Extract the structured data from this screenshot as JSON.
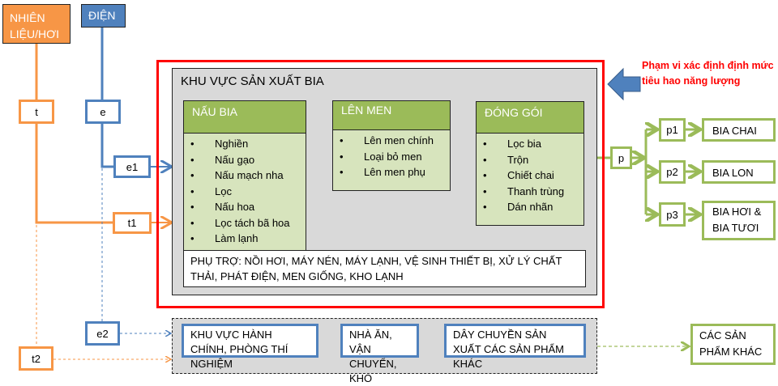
{
  "sources": {
    "fuel": "NHIÊN LIỆU/HƠI",
    "electric": "ĐIỆN"
  },
  "vars": {
    "t": "t",
    "e": "e",
    "e1": "e1",
    "t1": "t1",
    "e2": "e2",
    "t2": "t2",
    "p": "p",
    "p1": "p1",
    "p2": "p2",
    "p3": "p3"
  },
  "zone": {
    "title": "KHU VỰC SẢN XUẤT BIA",
    "stages": [
      {
        "title": "NẤU BIA",
        "items": [
          "Nghiền",
          "Nấu gạo",
          "Nấu mạch nha",
          "Lọc",
          "Nấu hoa",
          "Lọc tách bã hoa",
          "Làm lạnh"
        ]
      },
      {
        "title": "LÊN MEN",
        "items": [
          "Lên men chính",
          "Loại bỏ men",
          "Lên men phụ"
        ]
      },
      {
        "title": "ĐÓNG GÓI",
        "items": [
          "Lọc bia",
          "Trộn",
          "Chiết chai",
          "Thanh trùng",
          "Dán nhãn"
        ]
      }
    ],
    "auxiliary": "PHỤ TRỢ: NỒI HƠI, MÁY NÉN, MÁY LẠNH, VỆ SINH THIẾT BỊ, XỬ LÝ CHẤT THẢI, PHÁT ĐIỆN, MEN GIỐNG, KHO LẠNH"
  },
  "scope_note": "Phạm vi xác định định mức tiêu hao năng lượng",
  "products": [
    "BIA CHAI",
    "BIA LON",
    "BIA HƠI & BIA TƯƠI"
  ],
  "other_areas": [
    "KHU VỰC HÀNH CHÍNH, PHÒNG THÍ NGHIỆM",
    "NHÀ ĂN, VẬN CHUYỂN, KHO",
    "DÂY CHUYỀN SẢN XUẤT CÁC SẢN PHẨM KHÁC"
  ],
  "other_products": "CÁC SẢN PHẨM KHÁC",
  "colors": {
    "orange": "#F79646",
    "blue": "#4F81BD",
    "green": "#9BBB59",
    "red": "#FF0000"
  }
}
